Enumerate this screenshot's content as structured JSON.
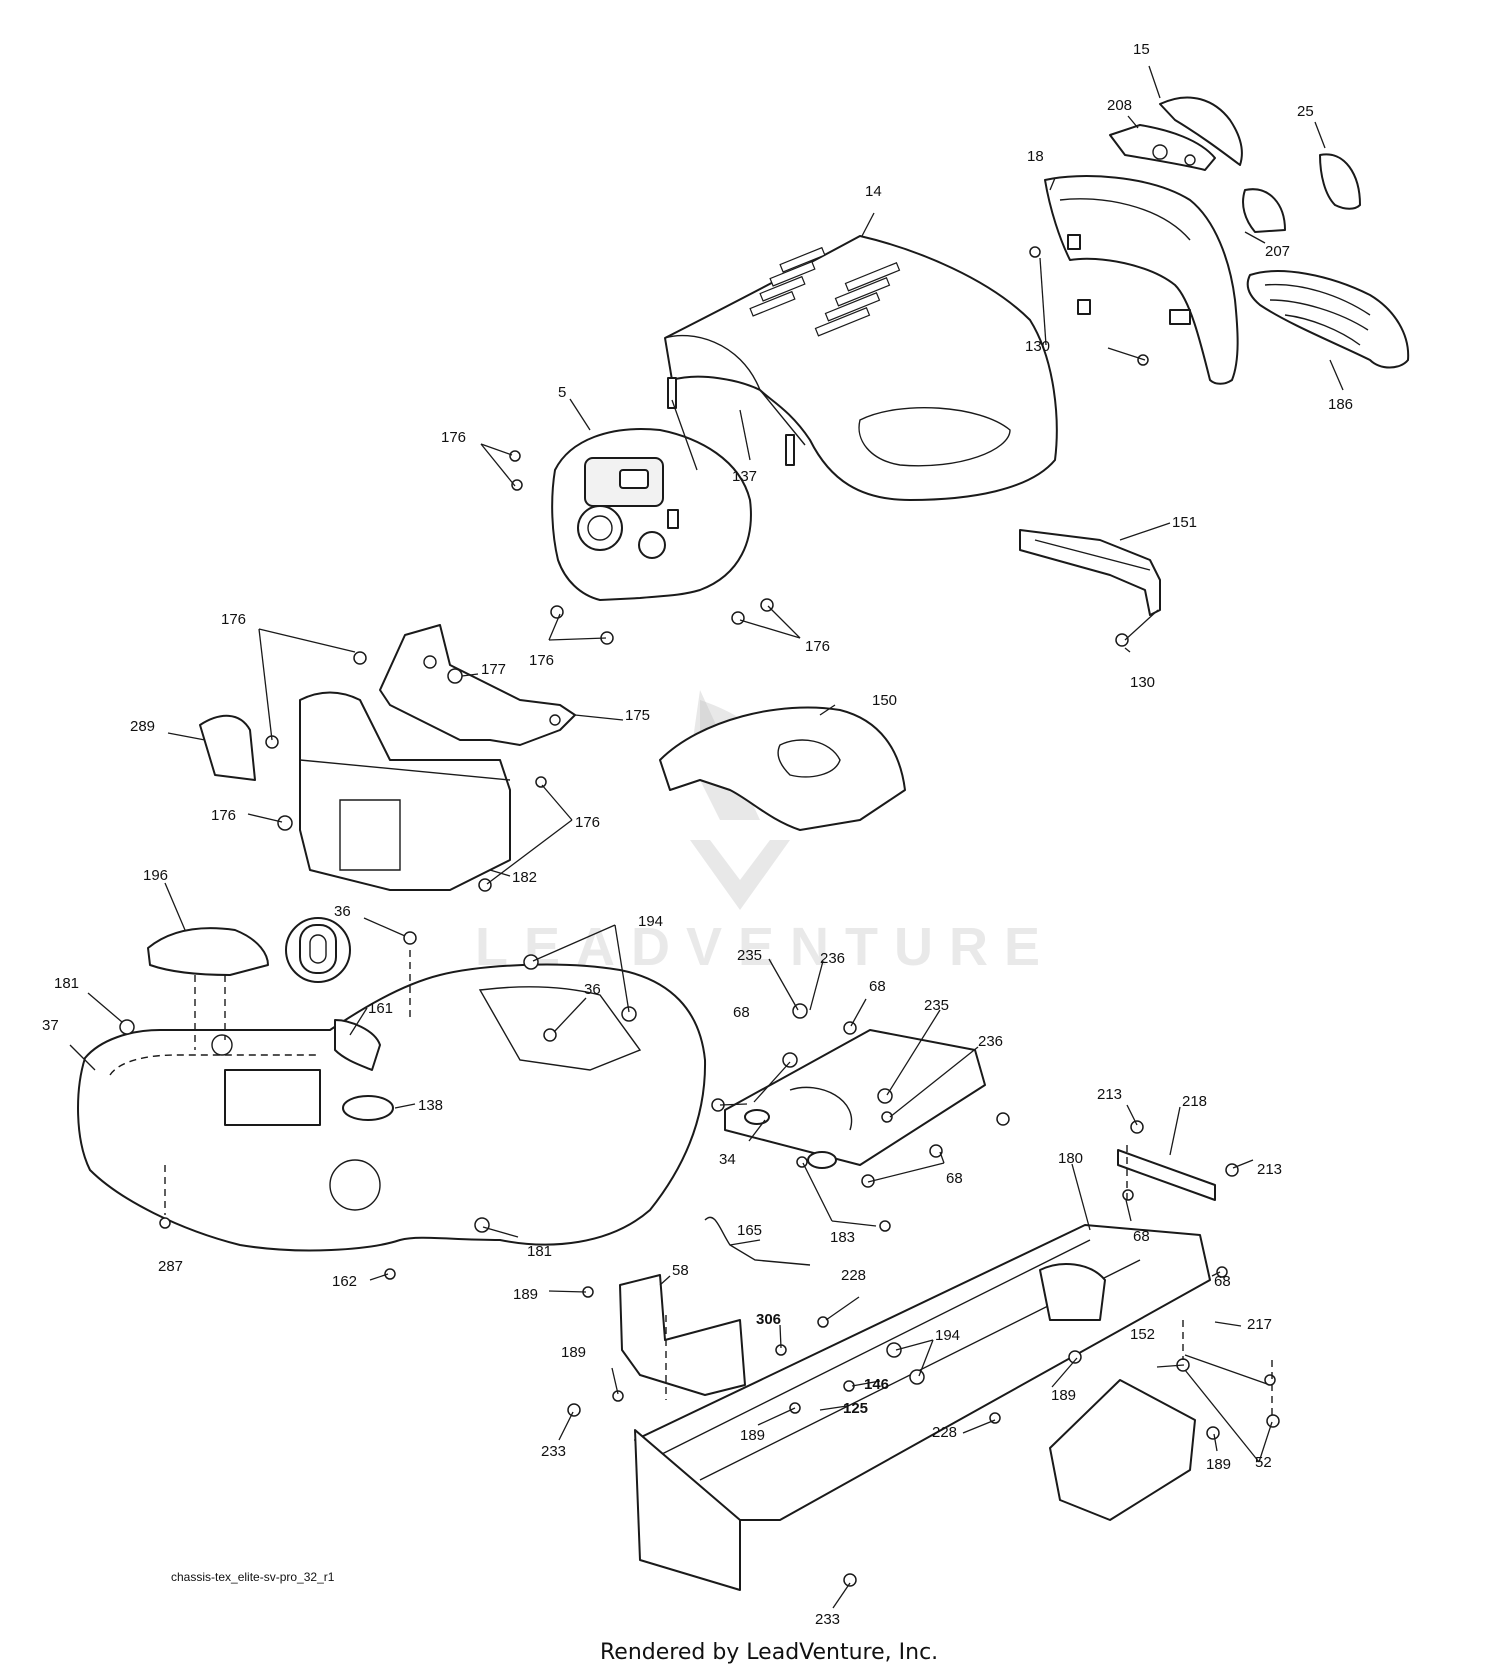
{
  "diagram": {
    "file_name": "chassis-tex_elite-sv-pro_32_r1",
    "footer": "Rendered by LeadVenture, Inc.",
    "watermark": "LEADVENTURE"
  },
  "callouts": {
    "c15": "15",
    "c208": "208",
    "c25": "25",
    "c18": "18",
    "c14": "14",
    "c207": "207",
    "c130a": "130",
    "c186": "186",
    "c5": "5",
    "c176a": "176",
    "c137": "137",
    "c151": "151",
    "c130b": "130",
    "c176b": "176",
    "c176c": "176",
    "c176d": "176",
    "c177": "177",
    "c175": "175",
    "c289": "289",
    "c150": "150",
    "c176e": "176",
    "c176f": "176",
    "c182": "182",
    "c196": "196",
    "c36a": "36",
    "c194a": "194",
    "c181a": "181",
    "c37": "37",
    "c161": "161",
    "c36b": "36",
    "c138": "138",
    "c235a": "235",
    "c236a": "236",
    "c68a": "68",
    "c68b": "68",
    "c235b": "235",
    "c236b": "236",
    "c34": "34",
    "c68c": "68",
    "c183": "183",
    "c213a": "213",
    "c218": "218",
    "c213b": "213",
    "c180": "180",
    "c68d": "68",
    "c68e": "68",
    "c287": "287",
    "c181b": "181",
    "c162": "162",
    "c165": "165",
    "c58": "58",
    "c189a": "189",
    "c228a": "228",
    "c306": "306",
    "c194b": "194",
    "c189b": "189",
    "c146": "146",
    "c125": "125",
    "c233a": "233",
    "c189c": "189",
    "c228b": "228",
    "c152": "152",
    "c217": "217",
    "c189d": "189",
    "c189e": "189",
    "c52": "52",
    "c233b": "233"
  }
}
